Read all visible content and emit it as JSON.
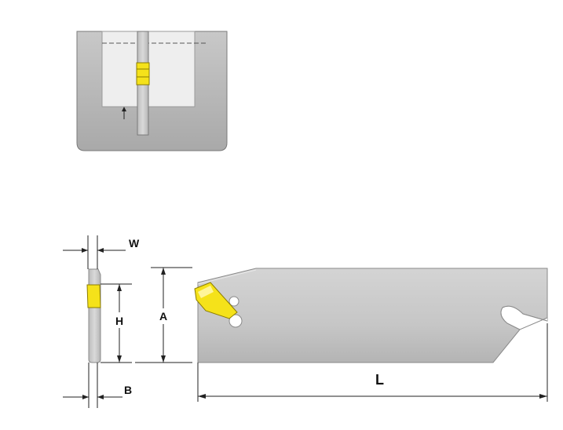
{
  "labels": {
    "w": "W",
    "h": "H",
    "a": "A",
    "b": "B",
    "l": "L"
  },
  "colors": {
    "blade": "#c9c9c9",
    "blade_edge": "#8a8a8a",
    "insert": "#f5e21a",
    "holder_body": "#b8b8b8",
    "holder_window": "#ececec",
    "dimension_lines": "#222222"
  }
}
